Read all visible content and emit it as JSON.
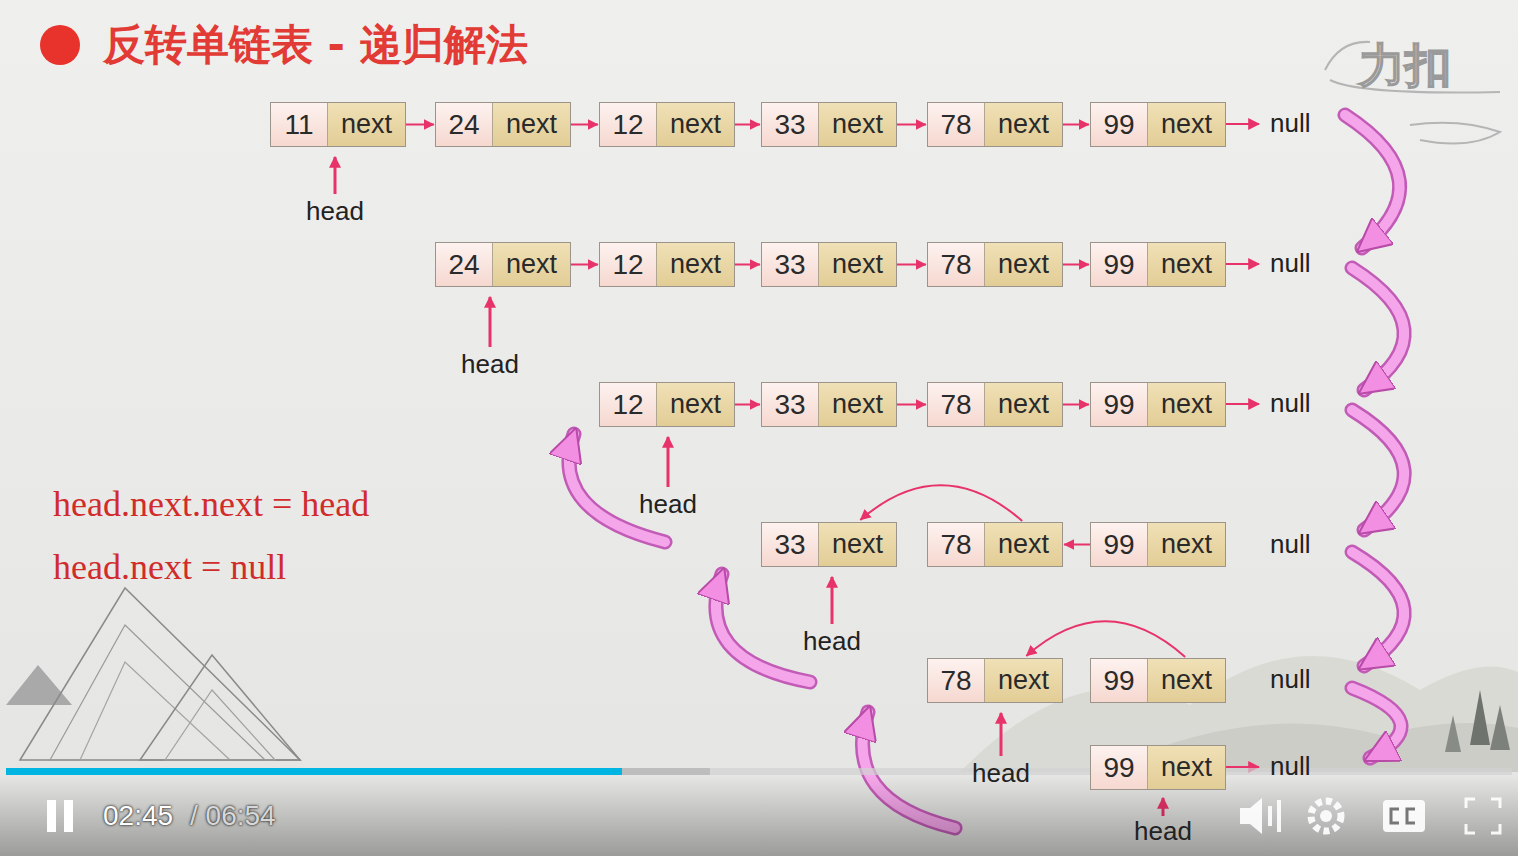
{
  "diagram": {
    "title": "反转单链表 - 递归解法",
    "nodes": [
      {
        "text": [
          "11",
          "next"
        ]
      },
      {
        "text": [
          "24",
          "next"
        ]
      },
      {
        "text": [
          "12",
          "next"
        ]
      },
      {
        "text": [
          "33",
          "next"
        ]
      },
      {
        "text": [
          "78",
          "next"
        ]
      },
      {
        "text": [
          "99",
          "next"
        ]
      },
      {
        "text": [
          "24",
          "next"
        ]
      },
      {
        "text": [
          "12",
          "next"
        ]
      },
      {
        "text": [
          "33",
          "next"
        ]
      },
      {
        "text": [
          "78",
          "next"
        ]
      },
      {
        "text": [
          "99",
          "next"
        ]
      },
      {
        "text": [
          "12",
          "next"
        ]
      },
      {
        "text": [
          "33",
          "next"
        ]
      },
      {
        "text": [
          "78",
          "next"
        ]
      },
      {
        "text": [
          "99",
          "next"
        ]
      },
      {
        "text": [
          "33",
          "next"
        ]
      },
      {
        "text": [
          "78",
          "next"
        ]
      },
      {
        "text": [
          "99",
          "next"
        ]
      },
      {
        "text": [
          "78",
          "next"
        ]
      },
      {
        "text": [
          "99",
          "next"
        ]
      },
      {
        "text": [
          "99",
          "next"
        ]
      }
    ],
    "edges": [
      {
        "from": 0,
        "to": 1,
        "arrow": "to"
      },
      {
        "from": 1,
        "to": 2,
        "arrow": "to"
      },
      {
        "from": 2,
        "to": 3,
        "arrow": "to"
      },
      {
        "from": 3,
        "to": 4,
        "arrow": "to"
      },
      {
        "from": 4,
        "to": 5,
        "arrow": "to"
      },
      {
        "from": 6,
        "to": 7,
        "arrow": "to"
      },
      {
        "from": 7,
        "to": 8,
        "arrow": "to"
      },
      {
        "from": 8,
        "to": 9,
        "arrow": "to"
      },
      {
        "from": 9,
        "to": 10,
        "arrow": "to"
      },
      {
        "from": 11,
        "to": 12,
        "arrow": "to"
      },
      {
        "from": 12,
        "to": 13,
        "arrow": "to"
      },
      {
        "from": 13,
        "to": 14,
        "arrow": "to"
      },
      {
        "from": 16,
        "to": 15,
        "arrow": "to"
      },
      {
        "from": 17,
        "to": 16,
        "arrow": "to"
      },
      {
        "from": 19,
        "to": 18,
        "arrow": "to"
      }
    ],
    "labels": [
      "力扣",
      "null",
      "head",
      "null",
      "head",
      "null",
      "head",
      "head.next.next = head",
      "null",
      "head",
      "head.next = null",
      "null",
      "head",
      "null",
      "head",
      "02:45",
      "/ 06:54"
    ]
  }
}
